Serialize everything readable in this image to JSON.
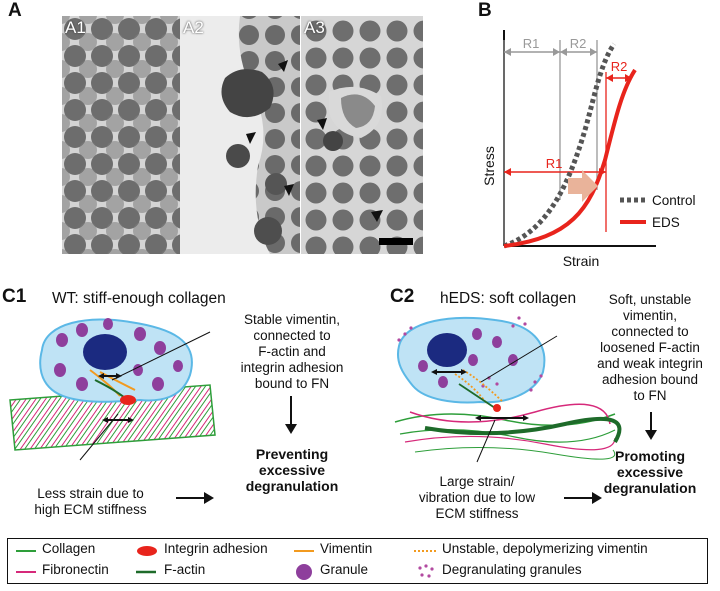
{
  "panels": {
    "A": "A",
    "B": "B",
    "C1": "C1",
    "C2": "C2"
  },
  "micrographs": [
    {
      "label": "A1"
    },
    {
      "label": "A2"
    },
    {
      "label": "A3"
    }
  ],
  "panel_b": {
    "r1_left": "R1",
    "r2_left": "R2",
    "r1_red": "R1",
    "r2_red": "R2",
    "ylabel": "Stress",
    "xlabel": "Strain",
    "legend_control": "Control",
    "legend_eds": "EDS",
    "colors": {
      "control": "#555555",
      "eds": "#e8241c",
      "bracket_gray": "#999999",
      "arrow": "#e9b39a"
    }
  },
  "c1": {
    "title": "WT: stiff-enough collagen",
    "annotation_lines": [
      "Stable vimentin,",
      "connected to",
      "F-actin and",
      "integrin adhesion",
      "bound to FN"
    ],
    "outcome_lines": [
      "Preventing",
      "excessive",
      "degranulation"
    ],
    "strain_lines": [
      "Less strain due to",
      "high ECM stiffness"
    ]
  },
  "c2": {
    "title": "hEDS: soft collagen",
    "annotation_lines": [
      "Soft, unstable",
      "vimentin,",
      "connected to",
      "loosened F-actin",
      "and weak integrin",
      "adhesion bound",
      "to FN"
    ],
    "outcome_lines": [
      "Promoting",
      "excessive",
      "degranulation"
    ],
    "strain_lines": [
      "Large strain/",
      "vibration due to low",
      "ECM stiffness"
    ]
  },
  "legend": {
    "collagen": "Collagen",
    "integrin": "Integrin adhesion",
    "vimentin": "Vimentin",
    "unstable_vimentin": "Unstable, depolymerizing vimentin",
    "fibronectin": "Fibronectin",
    "factin": "F-actin",
    "granule": "Granule",
    "degranulating": "Degranulating granules",
    "colors": {
      "collagen": "#2e9e3a",
      "integrin": "#e8241c",
      "vimentin": "#f29a1f",
      "unstable": "#f29a1f",
      "fibronectin": "#d6297a",
      "factin": "#1e6b2a",
      "granule": "#8e3f9c",
      "degranulating": "#b24aa0",
      "cell_fill": "#bfe3f5",
      "cell_stroke": "#5bb8e6",
      "nucleus": "#1b2a80"
    }
  }
}
